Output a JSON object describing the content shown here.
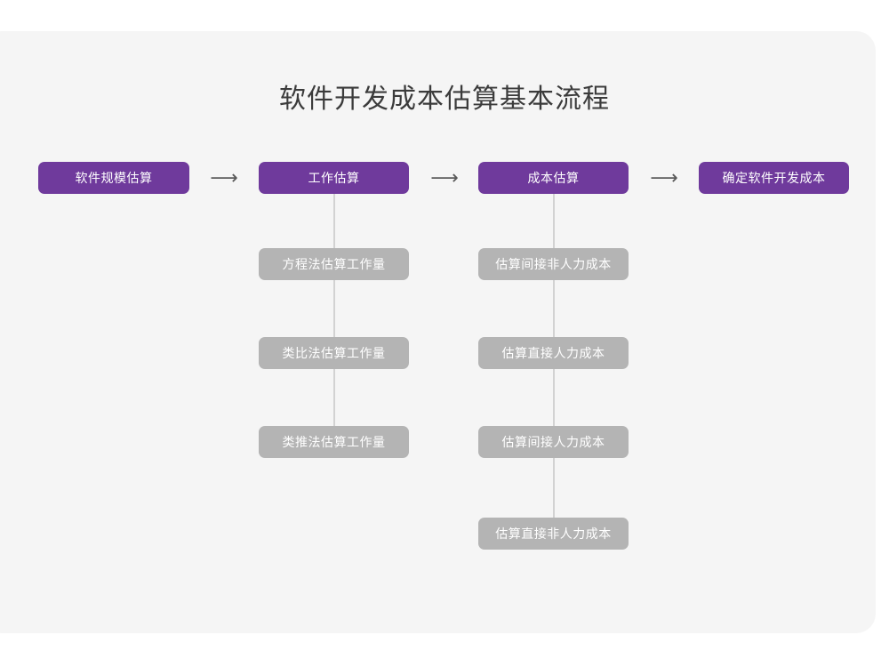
{
  "diagram": {
    "title": "软件开发成本估算基本流程",
    "background_color": "#f5f5f5",
    "primary_color": "#6f3a9c",
    "secondary_color": "#b4b4b4",
    "connector_color": "#d2d2d2",
    "arrow_glyph": "⟶",
    "flow": {
      "steps": [
        {
          "label": "软件规模估算",
          "substeps": []
        },
        {
          "label": "工作估算",
          "substeps": [
            "方程法估算工作量",
            "类比法估算工作量",
            "类推法估算工作量"
          ]
        },
        {
          "label": "成本估算",
          "substeps": [
            "估算间接非人力成本",
            "估算直接人力成本",
            "估算间接人力成本",
            "估算直接非人力成本"
          ]
        },
        {
          "label": "确定软件开发成本",
          "substeps": []
        }
      ]
    }
  }
}
